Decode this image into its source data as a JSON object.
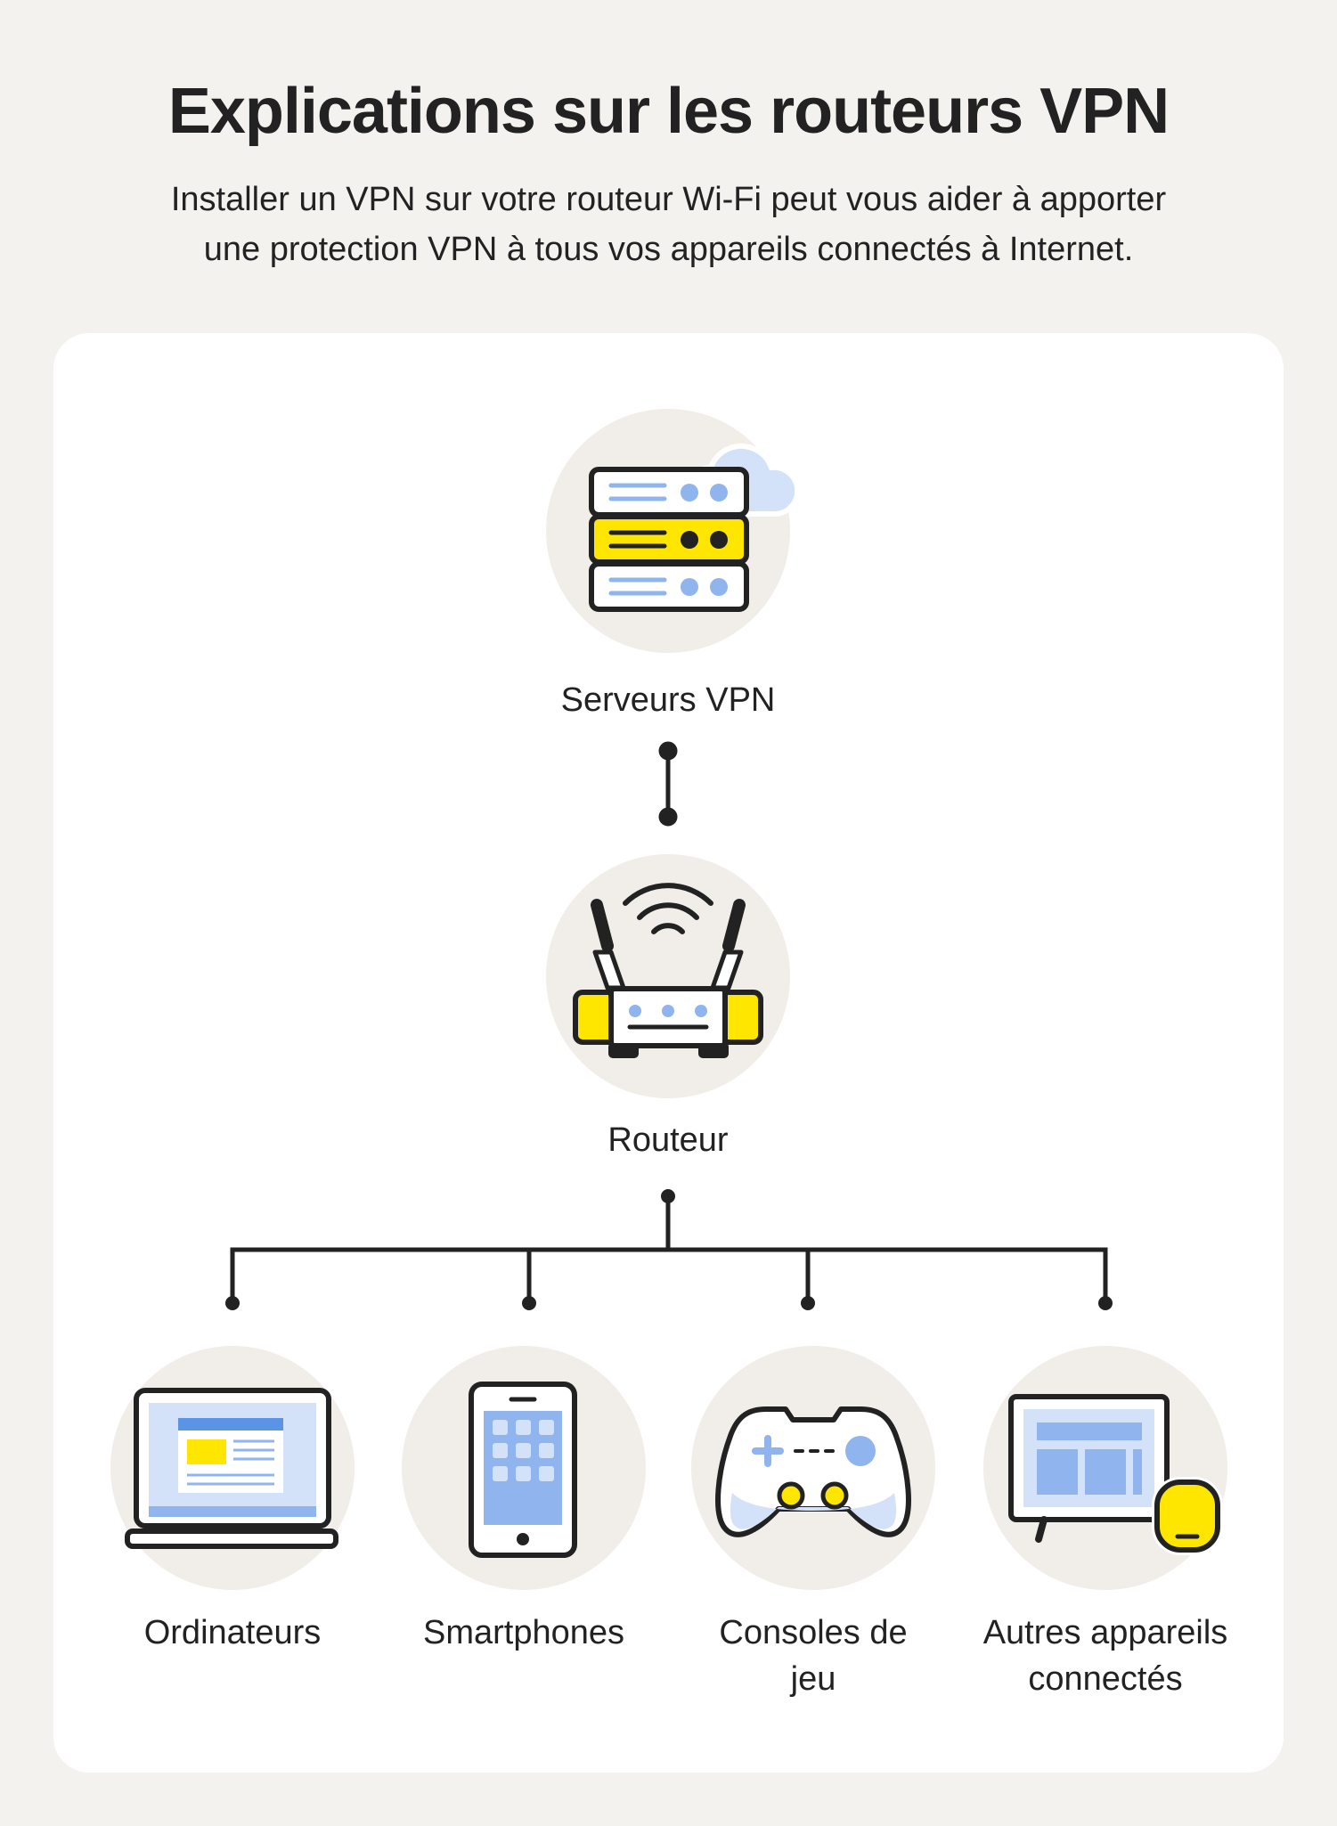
{
  "header": {
    "title": "Explications sur les routeurs VPN",
    "subtitle_line1": "Installer un VPN sur votre routeur Wi-Fi peut vous aider à apporter",
    "subtitle_line2": "une protection VPN à tous vos appareils connectés à Internet."
  },
  "nodes": {
    "servers": {
      "label": "Serveurs VPN",
      "icon": "vpn-server-stack-icon"
    },
    "router": {
      "label": "Routeur",
      "icon": "wifi-router-icon"
    },
    "devices": [
      {
        "line1": "Ordinateurs",
        "line2": "",
        "icon": "laptop-icon"
      },
      {
        "line1": "Smartphones",
        "line2": "",
        "icon": "smartphone-icon"
      },
      {
        "line1": "Consoles de",
        "line2": "jeu",
        "icon": "game-controller-icon"
      },
      {
        "line1": "Autres appareils",
        "line2": "connectés",
        "icon": "smart-tv-speaker-icon"
      }
    ]
  },
  "colors": {
    "background": "#f4f2ee",
    "card": "#ffffff",
    "icon_circle": "#f1eeea",
    "yellow": "#ffe600",
    "blue": "#8fb4ee",
    "light_blue": "#d3e2f8",
    "stroke": "#222222"
  }
}
